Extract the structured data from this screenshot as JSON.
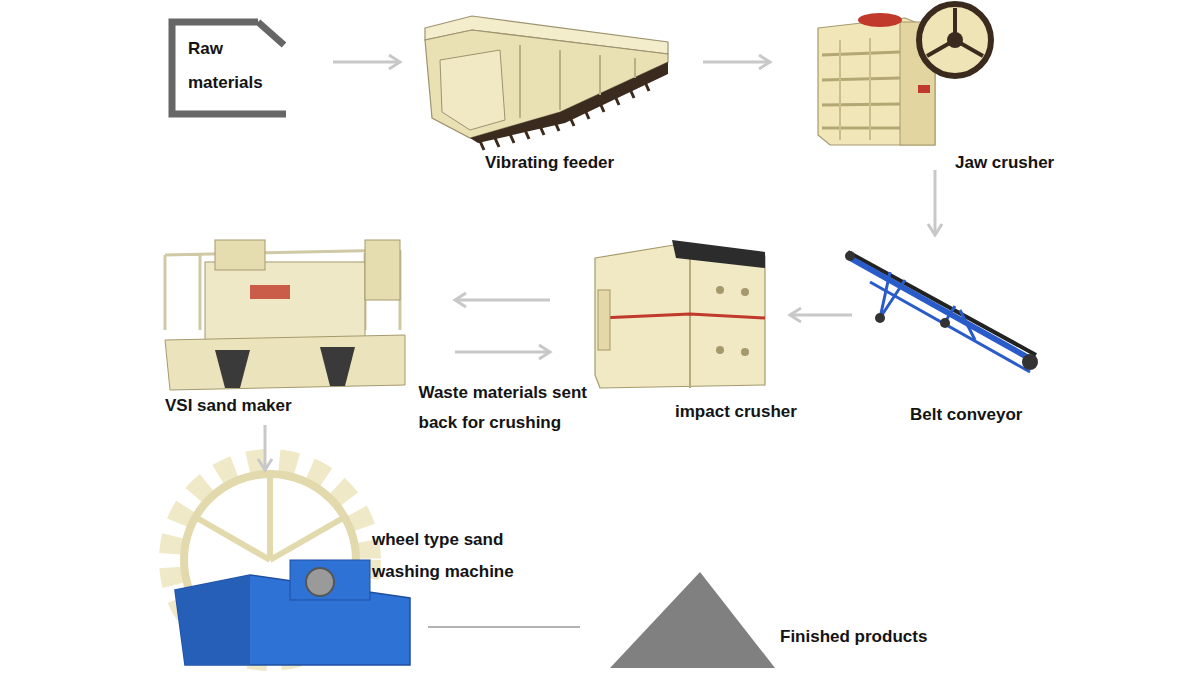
{
  "diagram": {
    "nodes": [
      {
        "text": [
          "Raw materials"
        ]
      },
      {
        "text": [
          "Vibrating feeder"
        ]
      },
      {
        "text": [
          "Jaw crusher"
        ]
      },
      {
        "text": [
          "VSI sand maker"
        ]
      },
      {
        "text": [
          "impact crusher"
        ]
      },
      {
        "text": [
          "Belt conveyor"
        ]
      },
      {
        "text": [
          "wheel type sand washing machine"
        ]
      },
      {
        "text": [
          "Finished products"
        ]
      }
    ],
    "edges": [
      {
        "from": 0,
        "to": 1,
        "arrow": "to"
      },
      {
        "from": 1,
        "to": 2,
        "arrow": "to"
      },
      {
        "from": 2,
        "to": 5,
        "arrow": "to"
      },
      {
        "from": 5,
        "to": 4,
        "arrow": "to"
      },
      {
        "from": 4,
        "to": 3,
        "arrow": "to"
      },
      {
        "from": 3,
        "to": 4,
        "arrow": "to",
        "label": "Waste materials sent back for crushing"
      },
      {
        "from": 3,
        "to": 6,
        "arrow": "to"
      },
      {
        "from": 6,
        "to": 7,
        "arrow": "none"
      }
    ]
  }
}
